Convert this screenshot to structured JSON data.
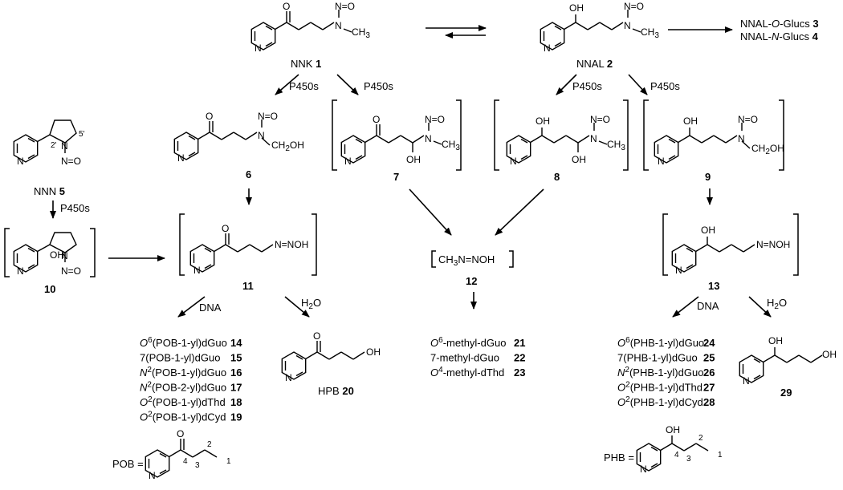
{
  "compounds": {
    "nnk": {
      "name": "NNK",
      "num": "1"
    },
    "nnal": {
      "name": "NNAL",
      "num": "2"
    },
    "nnn": {
      "name": "NNN",
      "num": "5"
    },
    "glucs3": {
      "pre": "NNAL-",
      "it": "O",
      "post": "-Glucs",
      "num": "3"
    },
    "glucs4": {
      "pre": "NNAL-",
      "it": "N",
      "post": "-Glucs",
      "num": "4"
    },
    "c6": "6",
    "c7": "7",
    "c8": "8",
    "c9": "9",
    "c10": "10",
    "c11": "11",
    "c12": "12",
    "c13": "13",
    "hpb": {
      "name": "HPB",
      "num": "20"
    },
    "c29": "29",
    "methyl": {
      "ch": "CH",
      "sub": "3",
      "rest": "N=NOH"
    }
  },
  "atoms": {
    "O": "O",
    "N": "N",
    "OH": "OH",
    "CH3": "CH",
    "NO": "N=O",
    "NNOH": "N=NOH",
    "CH2OH": "CH",
    "CH2OH_sub": "2",
    "CH2OH_rest": "OH",
    "three": "3",
    "pos2p": "2'",
    "pos5p": "5'"
  },
  "reagents": {
    "p450": "P450s",
    "dna": "DNA",
    "h2o": "H",
    "h2o_sub": "2",
    "h2o_rest": "O"
  },
  "adducts_pob": [
    {
      "pre": "",
      "sup": "O",
      "supn": "6",
      "text": "(POB-1-yl)dGuo",
      "num": "14"
    },
    {
      "pre": "7",
      "sup": "",
      "supn": "",
      "text": "(POB-1-yl)dGuo",
      "num": "15"
    },
    {
      "pre": "",
      "sup": "N",
      "supn": "2",
      "text": "(POB-1-yl)dGuo",
      "num": "16"
    },
    {
      "pre": "",
      "sup": "N",
      "supn": "2",
      "text": "(POB-2-yl)dGuo",
      "num": "17"
    },
    {
      "pre": "",
      "sup": "O",
      "supn": "2",
      "text": "(POB-1-yl)dThd",
      "num": "18"
    },
    {
      "pre": "",
      "sup": "O",
      "supn": "2",
      "text": "(POB-1-yl)dCyd",
      "num": "19"
    }
  ],
  "adducts_methyl": [
    {
      "sup": "O",
      "supn": "6",
      "text": "-methyl-dGuo",
      "num": "21"
    },
    {
      "sup": "7",
      "supn": "",
      "text": "-methyl-dGuo",
      "num": "22"
    },
    {
      "sup": "O",
      "supn": "4",
      "text": "-methyl-dThd",
      "num": "23"
    }
  ],
  "adducts_phb": [
    {
      "sup": "O",
      "supn": "6",
      "text": "(PHB-1-yl)dGuo",
      "num": "24"
    },
    {
      "sup": "7",
      "supn": "",
      "text": "(PHB-1-yl)dGuo",
      "num": "25"
    },
    {
      "sup": "N",
      "supn": "2",
      "text": "(PHB-1-yl)dGuo",
      "num": "26"
    },
    {
      "sup": "O",
      "supn": "2",
      "text": "(PHB-1-yl)dThd",
      "num": "27"
    },
    {
      "sup": "O",
      "supn": "2",
      "text": "(PHB-1-yl)dCyd",
      "num": "28"
    }
  ],
  "legends": {
    "pob": "POB =",
    "phb": "PHB =",
    "n1": "1",
    "n2": "2",
    "n3": "3",
    "n4": "4"
  }
}
